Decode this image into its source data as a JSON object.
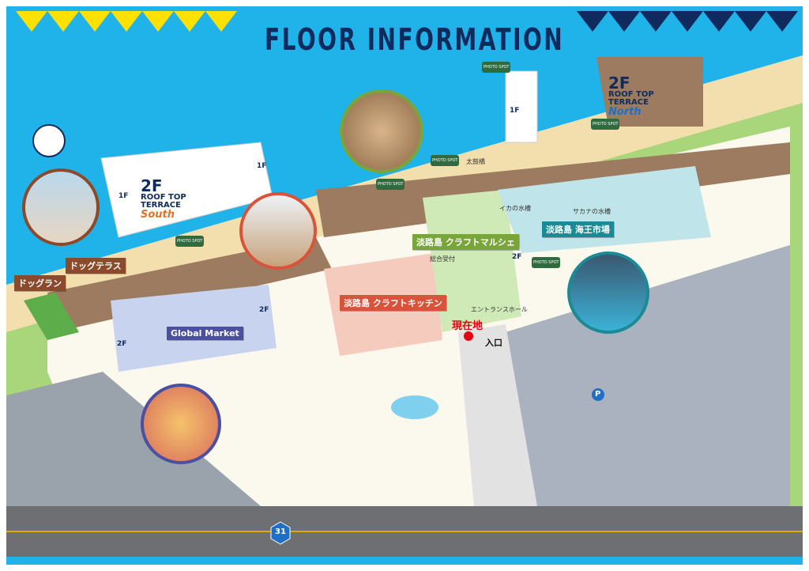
{
  "title": "FLOOR INFORMATION",
  "terraces": {
    "south": {
      "floor": "2F",
      "name_line1": "ROOF TOP",
      "name_line2": "TERRACE",
      "sub": "South"
    },
    "north": {
      "floor": "2F",
      "name_line1": "ROOF TOP",
      "name_line2": "TERRACE",
      "sub": "North"
    }
  },
  "labels": {
    "dog_run": "ドッグラン",
    "dog_terrace": "ドッグテラス",
    "global_market": "Global Market",
    "craft_kitchen": "淡路島 クラフトキッチン",
    "craft_marche": "淡路島 クラフトマルシェ",
    "kaiou_market": "淡路島 海王市場"
  },
  "places": {
    "taiko_bridge": "太鼓橋",
    "squid_tank": "イカの水槽",
    "fish_tank": "サカナの水槽",
    "reception": "総合受付",
    "entrance_hall": "エントランスホール",
    "current_location": "現在地",
    "entrance": "入口",
    "parking": "P",
    "route": "31",
    "photo_spot": "PHOTO SPOT"
  },
  "stairs": {
    "f1": "1F",
    "f2": "2F"
  },
  "colors": {
    "sea": "#1fb3ea",
    "navy": "#0f2b5e",
    "lawn": "#a9d67a",
    "deck": "#9c7b60",
    "kitchen": "#d9533a",
    "marche": "#7aa53a",
    "kaiou": "#1b8a94",
    "global": "#4b4fa0",
    "dog": "#8b4a2b"
  }
}
